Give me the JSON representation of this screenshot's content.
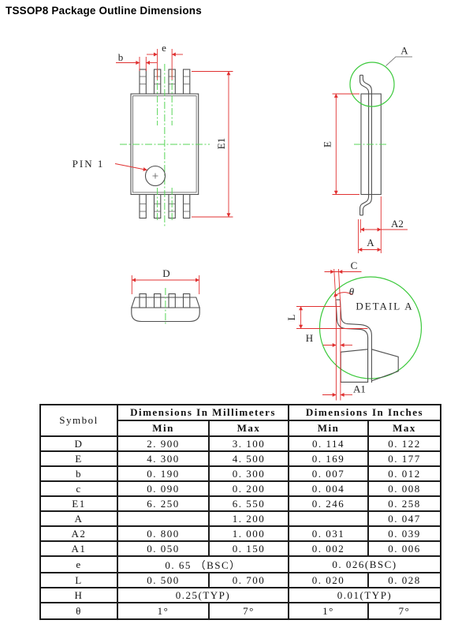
{
  "title": "TSSOP8 Package Outline Dimensions",
  "drawing": {
    "colors": {
      "dimension_red": "#e03030",
      "centerline_green": "#57d657",
      "callout_green": "#3cc93c",
      "outline_gray": "#4f4f4f"
    },
    "labels": {
      "pin1": "PIN 1",
      "b": "b",
      "e": "e",
      "e1": "E1",
      "a": "A",
      "e_side": "E",
      "a2": "A2",
      "d": "D",
      "c": "C",
      "theta": "θ",
      "detail_a": "DETAIL A",
      "l": "L",
      "h": "H",
      "a1": "A1"
    }
  },
  "table": {
    "header": {
      "symbol": "Symbol",
      "mm": "Dimensions In Millimeters",
      "inch": "Dimensions In Inches",
      "min": "Min",
      "max": "Max"
    },
    "rows": [
      {
        "symbol": "D",
        "mm_min": "2. 900",
        "mm_max": "3. 100",
        "in_min": "0. 114",
        "in_max": "0. 122"
      },
      {
        "symbol": "E",
        "mm_min": "4. 300",
        "mm_max": "4. 500",
        "in_min": "0. 169",
        "in_max": "0. 177"
      },
      {
        "symbol": "b",
        "mm_min": "0. 190",
        "mm_max": "0. 300",
        "in_min": "0. 007",
        "in_max": "0. 012"
      },
      {
        "symbol": "c",
        "mm_min": "0. 090",
        "mm_max": "0. 200",
        "in_min": "0. 004",
        "in_max": "0. 008"
      },
      {
        "symbol": "E1",
        "mm_min": "6. 250",
        "mm_max": "6. 550",
        "in_min": "0. 246",
        "in_max": "0. 258"
      },
      {
        "symbol": "A",
        "mm_min": "",
        "mm_max": "1. 200",
        "in_min": "",
        "in_max": "0. 047"
      },
      {
        "symbol": "A2",
        "mm_min": "0. 800",
        "mm_max": "1. 000",
        "in_min": "0. 031",
        "in_max": "0. 039"
      },
      {
        "symbol": "A1",
        "mm_min": "0. 050",
        "mm_max": "0. 150",
        "in_min": "0. 002",
        "in_max": "0. 006"
      },
      {
        "symbol": "e",
        "mm_span": "0. 65 （BSC）",
        "in_span": "0. 026(BSC)"
      },
      {
        "symbol": "L",
        "mm_min": "0. 500",
        "mm_max": "0. 700",
        "in_min": "0. 020",
        "in_max": "0. 028"
      },
      {
        "symbol": "H",
        "mm_span": "0.25(TYP)",
        "in_span": "0.01(TYP)"
      },
      {
        "symbol": "θ",
        "mm_min": "1°",
        "mm_max": "7°",
        "in_min": "1°",
        "in_max": "7°"
      }
    ]
  }
}
